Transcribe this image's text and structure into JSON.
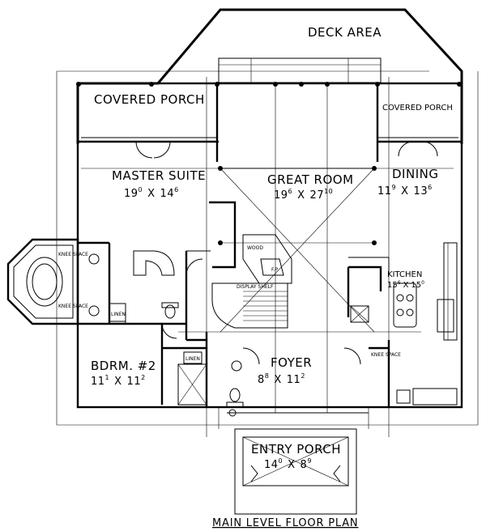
{
  "deck_area": "DECK AREA",
  "covered_porch_left": "COVERED PORCH",
  "covered_porch_right": "COVERED PORCH",
  "master_suite": {
    "name": "MASTER SUITE",
    "w": "19",
    "w_in": "0",
    "x": "X",
    "d": "14",
    "d_in": "6"
  },
  "great_room": {
    "name": "GREAT ROOM",
    "w": "19",
    "w_in": "6",
    "x": "X",
    "d": "27",
    "d_in": "10"
  },
  "dining": {
    "name": "DINING",
    "w": "11",
    "w_in": "9",
    "x": "X",
    "d": "13",
    "d_in": "6"
  },
  "kitchen": {
    "name": "KITCHEN",
    "w": "15",
    "w_in": "6",
    "x": "X",
    "d": "15",
    "d_in": "0"
  },
  "bedroom2": {
    "name": "BDRM. #2",
    "w": "11",
    "w_in": "1",
    "x": "X",
    "d": "11",
    "d_in": "2"
  },
  "foyer": {
    "name": "FOYER",
    "w": "8",
    "w_in": "8",
    "x": "X",
    "d": "11",
    "d_in": "2"
  },
  "entry_porch": {
    "name": "ENTRY PORCH",
    "w": "14",
    "w_in": "0",
    "x": "X",
    "d": "8",
    "d_in": "9"
  },
  "small_labels": {
    "knee_space_a": "KNEE SPACE",
    "knee_space_b": "KNEE SPACE",
    "knee_space_c": "KNEE SPACE",
    "linen_a": "LINEN",
    "linen_b": "LINEN",
    "wood": "WOOD",
    "fp": "F.P.",
    "display_shelf": "DISPLAY SHELF"
  },
  "caption": "MAIN LEVEL FLOOR PLAN"
}
